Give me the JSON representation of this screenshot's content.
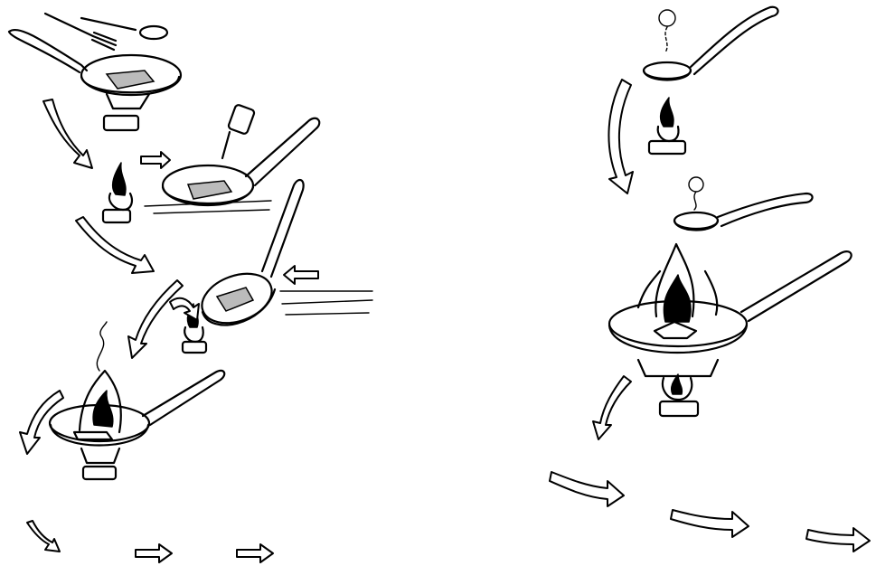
{
  "figure": {
    "left_sequence": [
      "utensils",
      "pan-on-burner",
      "oil-added",
      "tilt-pan",
      "flambe"
    ],
    "right_sequence": [
      "ladle-warmed",
      "ladle-ignited",
      "pour-into-pan",
      "continue-arrows"
    ],
    "colors": {
      "ink": "#000000",
      "paper": "#ffffff"
    }
  }
}
